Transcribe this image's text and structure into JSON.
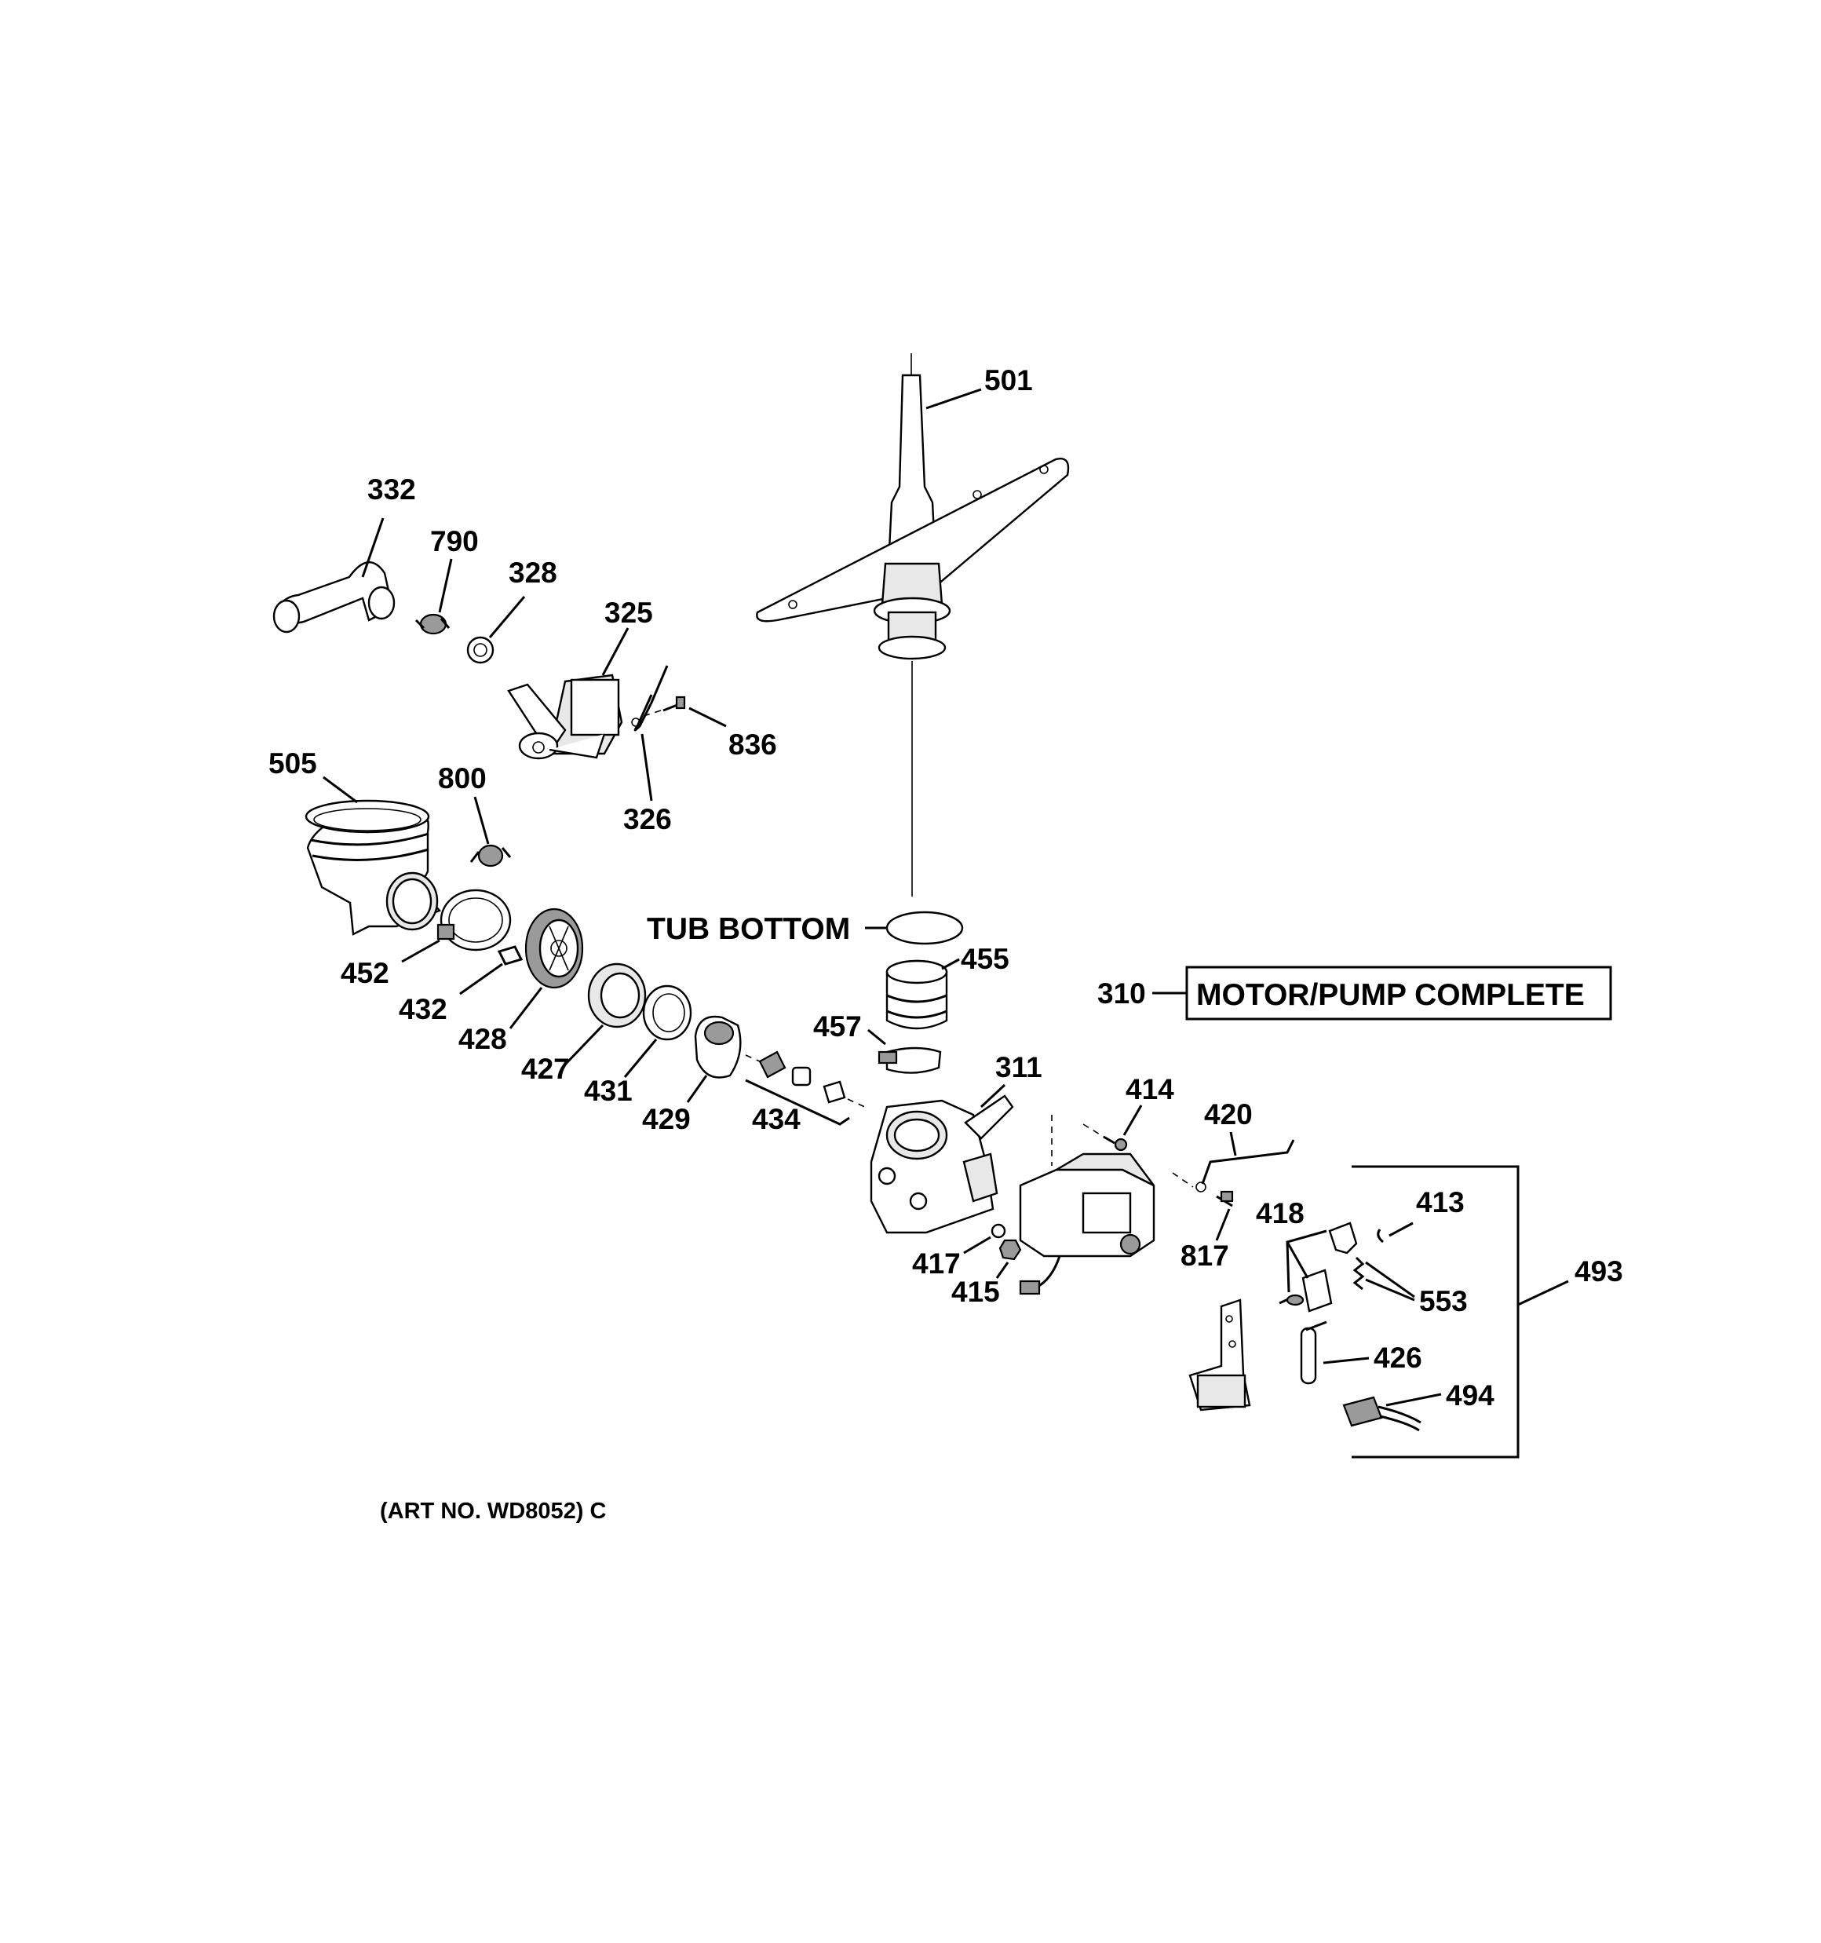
{
  "labels": {
    "p501": "501",
    "p332": "332",
    "p790": "790",
    "p328": "328",
    "p325": "325",
    "p836": "836",
    "p326": "326",
    "p505": "505",
    "p800": "800",
    "tub_bottom": "TUB BOTTOM",
    "p455": "455",
    "p457": "457",
    "p310": "310",
    "motor_pump_complete": "MOTOR/PUMP COMPLETE",
    "p452": "452",
    "p432": "432",
    "p428": "428",
    "p427": "427",
    "p431": "431",
    "p429": "429",
    "p434": "434",
    "p311": "311",
    "p414": "414",
    "p420": "420",
    "p413": "413",
    "p418": "418",
    "p817": "817",
    "p493": "493",
    "p417": "417",
    "p415": "415",
    "p553": "553",
    "p426": "426",
    "p494": "494"
  },
  "art_no": "(ART NO. WD8052) C"
}
